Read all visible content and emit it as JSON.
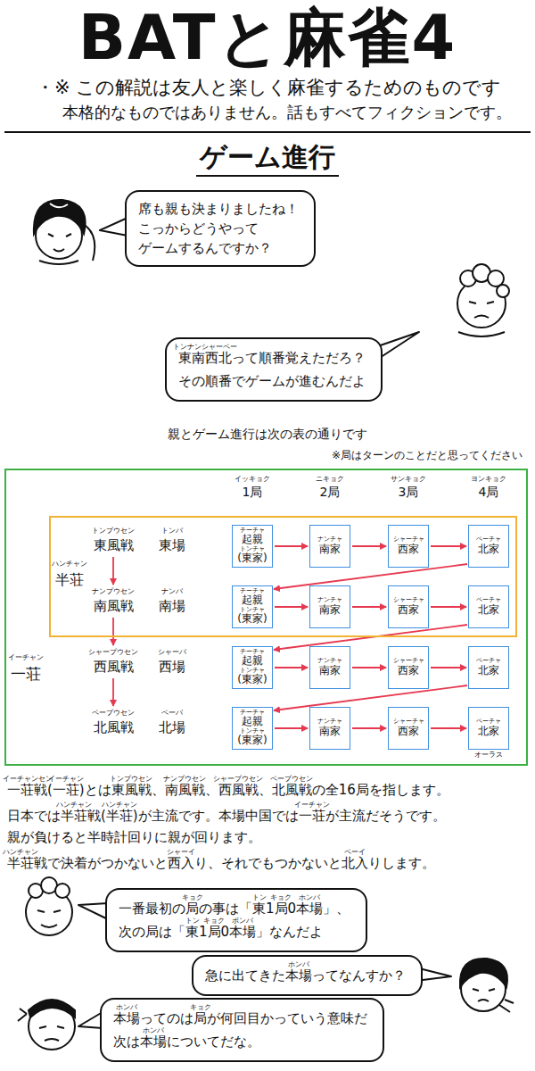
{
  "diagram": {
    "title": "BATと麻雀4",
    "nodes": [
      {
        "text": [
          "席も親も決まりましたね！ こっからどうやって ゲームするんですか？"
        ]
      },
      {
        "text": [
          "東南西北って順番覚えただろ？ その順番でゲームが進むんだよ",
          "トンナンシャーペー"
        ]
      },
      {
        "text": [
          "イーチャン",
          "一荘"
        ]
      },
      {
        "text": [
          "ハンチャン",
          "半荘"
        ],
        "in": 2
      },
      {
        "text": [
          "チーチャ",
          "起親",
          "トンチャ",
          "(東家)"
        ],
        "in": 3
      },
      {
        "text": [
          "ナンチャ",
          "南家"
        ],
        "in": 3
      },
      {
        "text": [
          "シャーチャ",
          "西家"
        ],
        "in": 3
      },
      {
        "text": [
          "ペーチャ",
          "北家"
        ],
        "in": 3
      },
      {
        "text": [
          "チーチャ",
          "起親",
          "トンチャ",
          "(東家)"
        ],
        "in": 3
      },
      {
        "text": [
          "ナンチャ",
          "南家"
        ],
        "in": 3
      },
      {
        "text": [
          "シャーチャ",
          "西家"
        ],
        "in": 3
      },
      {
        "text": [
          "ペーチャ",
          "北家"
        ],
        "in": 3
      },
      {
        "text": [
          "チーチャ",
          "起親",
          "トンチャ",
          "(東家)"
        ],
        "in": 2
      },
      {
        "text": [
          "ナンチャ",
          "南家"
        ],
        "in": 2
      },
      {
        "text": [
          "シャーチャ",
          "西家"
        ],
        "in": 2
      },
      {
        "text": [
          "ペーチャ",
          "北家"
        ],
        "in": 2
      },
      {
        "text": [
          "チーチャ",
          "起親",
          "トンチャ",
          "(東家)"
        ],
        "in": 2
      },
      {
        "text": [
          "ナンチャ",
          "南家"
        ],
        "in": 2
      },
      {
        "text": [
          "シャーチャ",
          "西家"
        ],
        "in": 2
      },
      {
        "text": [
          "ペーチャ",
          "北家"
        ],
        "in": 2
      },
      {
        "text": [
          "一番最初の局の事は「東1局0本場」、 次の局は「東1局0本場」なんだよ",
          "キョク",
          "トン",
          "キョク",
          "ホンバ",
          "トン",
          "キョク",
          "ボンバ"
        ]
      },
      {
        "text": [
          "急に出てきた本場ってなんすか？",
          "ホンバ"
        ]
      },
      {
        "text": [
          "本場ってのは局が何回目かっていう意味だ 次は本場についてだな。",
          "ホンバ",
          "キョク",
          "ホンバ"
        ]
      }
    ],
    "edges": [
      {
        "from": 4,
        "to": 5,
        "arrow": "to"
      },
      {
        "from": 5,
        "to": 6,
        "arrow": "to"
      },
      {
        "from": 6,
        "to": 7,
        "arrow": "to"
      },
      {
        "from": 7,
        "to": 8,
        "arrow": "to"
      },
      {
        "from": 8,
        "to": 9,
        "arrow": "to"
      },
      {
        "from": 9,
        "to": 10,
        "arrow": "to"
      },
      {
        "from": 10,
        "to": 11,
        "arrow": "to"
      },
      {
        "from": 11,
        "to": 12,
        "arrow": "to"
      },
      {
        "from": 12,
        "to": 13,
        "arrow": "to"
      },
      {
        "from": 13,
        "to": 14,
        "arrow": "to"
      },
      {
        "from": 14,
        "to": 15,
        "arrow": "to"
      },
      {
        "from": 15,
        "to": 16,
        "arrow": "to"
      },
      {
        "from": 16,
        "to": 17,
        "arrow": "to"
      },
      {
        "from": 17,
        "to": 18,
        "arrow": "to"
      },
      {
        "from": 18,
        "to": 19,
        "arrow": "to"
      }
    ],
    "labels": [
      "・※ この解説は友人と楽しく麻雀するためのものです",
      "本格的なものではありません。話もすべてフィクションです。",
      "ゲーム進行",
      "親とゲーム進行は次の表の通りです",
      "※局はターンのことだと思ってください",
      "イッキョク",
      "1局",
      "ニキョク",
      "2局",
      "サンキョク",
      "3局",
      "ヨンキョク",
      "4局",
      "トンプウセン",
      "東風戦",
      "トンバ",
      "東場",
      "ナンプウセン",
      "南風戦",
      "ナンバ",
      "南場",
      "シャープウセン",
      "西風戦",
      "シャーバ",
      "西場",
      "ペープウセン",
      "北風戦",
      "ペーバ",
      "北場",
      "オーラス",
      "一荘戦(一荘)とは東風戦、南風戦、西風戦、北風戦の全16局を指します。",
      "イーチャンセン",
      "イーチャン",
      "トンプウセン",
      "ナンプウセン",
      "シャープウセン",
      "ペープウセン",
      "日本では半荘戦(半荘)が主流です。本場中国では一荘が主流だそうです。",
      "ハンチャン",
      "ハンチャン",
      "イーチャン",
      "親が負けると半時計回りに親が回ります。",
      "半荘戦で決着がつかないと西入り、それでもつかないと北入りします。",
      "ハンチャン",
      "シャーイ",
      "ペーイ"
    ]
  }
}
